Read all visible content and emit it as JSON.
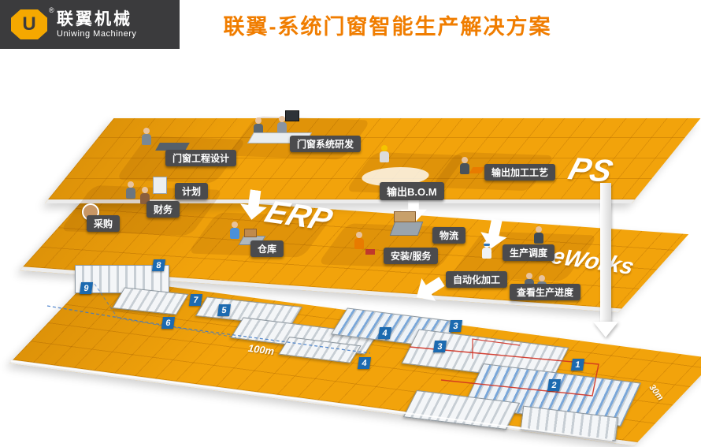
{
  "header": {
    "brand_cn": "联翼机械",
    "brand_en": "Uniwing Machinery",
    "registered_mark": "®",
    "logo_letter": "U",
    "title": "联翼-系统门窗智能生产解决方案"
  },
  "layers": {
    "design": {
      "platform_tag": "PS",
      "engineering_design": "门窗工程设计",
      "system_rd": "门窗系统研发",
      "output_bom": "输出B.O.M",
      "output_process": "输出加工工艺"
    },
    "erp": {
      "platform_tag": "ERP",
      "eworks_tag": "eWorks",
      "plan": "计划",
      "finance": "财务",
      "purchase": "采购",
      "warehouse": "仓库",
      "logistics": "物流",
      "install_service": "安装/服务",
      "scheduling": "生产调度",
      "auto_processing": "自动化加工",
      "view_progress": "查看生产进度"
    },
    "floor": {
      "badges": [
        "9",
        "8",
        "7",
        "6",
        "5",
        "4",
        "4",
        "3",
        "3",
        "2",
        "1"
      ],
      "length_label": "100m",
      "depth_label": "30m"
    }
  },
  "colors": {
    "platform_orange": "#F2A30B",
    "title_orange": "#F07D00",
    "header_dark": "#3B3B3D",
    "label_dark": "#4B4B4D",
    "badge_blue": "#1C6AB0",
    "logo_yellow": "#F5A800"
  }
}
